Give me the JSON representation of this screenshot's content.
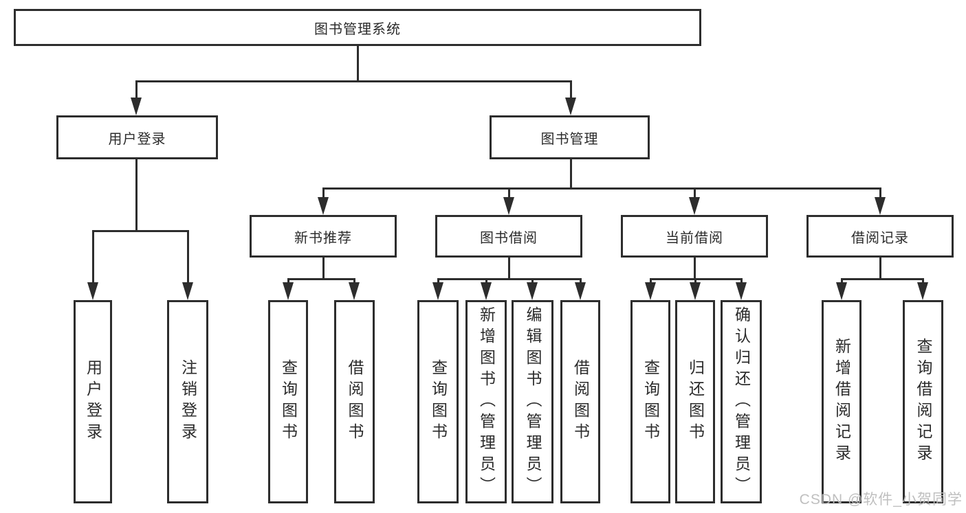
{
  "diagram": {
    "root": "图书管理系统",
    "branches": [
      {
        "label": "用户登录",
        "leaves": [
          "用户登录",
          "注销登录"
        ]
      },
      {
        "label": "图书管理",
        "sections": [
          {
            "label": "新书推荐",
            "leaves": [
              "查询图书",
              "借阅图书"
            ]
          },
          {
            "label": "图书借阅",
            "leaves": [
              "查询图书",
              "新增图书（管理员）",
              "编辑图书（管理员）",
              "借阅图书"
            ]
          },
          {
            "label": "当前借阅",
            "leaves": [
              "查询图书",
              "归还图书",
              "确认归还（管理员）"
            ]
          },
          {
            "label": "借阅记录",
            "leaves": [
              "新增借阅记录",
              "查询借阅记录"
            ]
          }
        ]
      }
    ]
  },
  "watermark": "CSDN @软件_小贺同学",
  "colors": {
    "line": "#2d2d2d",
    "text": "#2b2b2b",
    "watermark": "#bcbcbc",
    "background": "#ffffff"
  }
}
